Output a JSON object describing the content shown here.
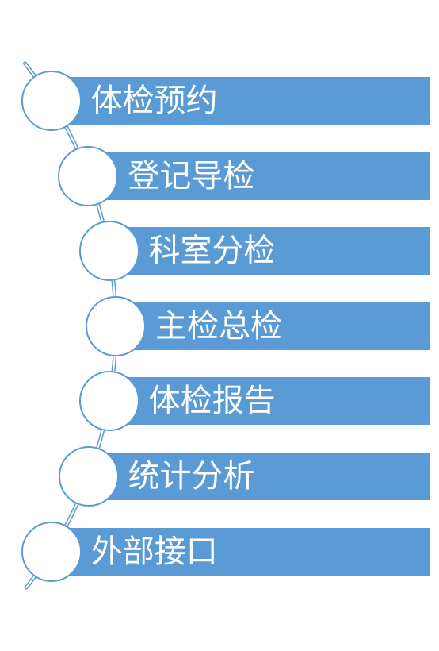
{
  "colors": {
    "bar": "#5b9bd5",
    "line": "#5b9bd5",
    "circle_border": "#5b9bd5",
    "text": "#ffffff"
  },
  "steps": [
    {
      "label": "体检预约"
    },
    {
      "label": "登记导检"
    },
    {
      "label": "科室分检"
    },
    {
      "label": "主检总检"
    },
    {
      "label": "体检报告"
    },
    {
      "label": "统计分析"
    },
    {
      "label": "外部接口"
    }
  ]
}
